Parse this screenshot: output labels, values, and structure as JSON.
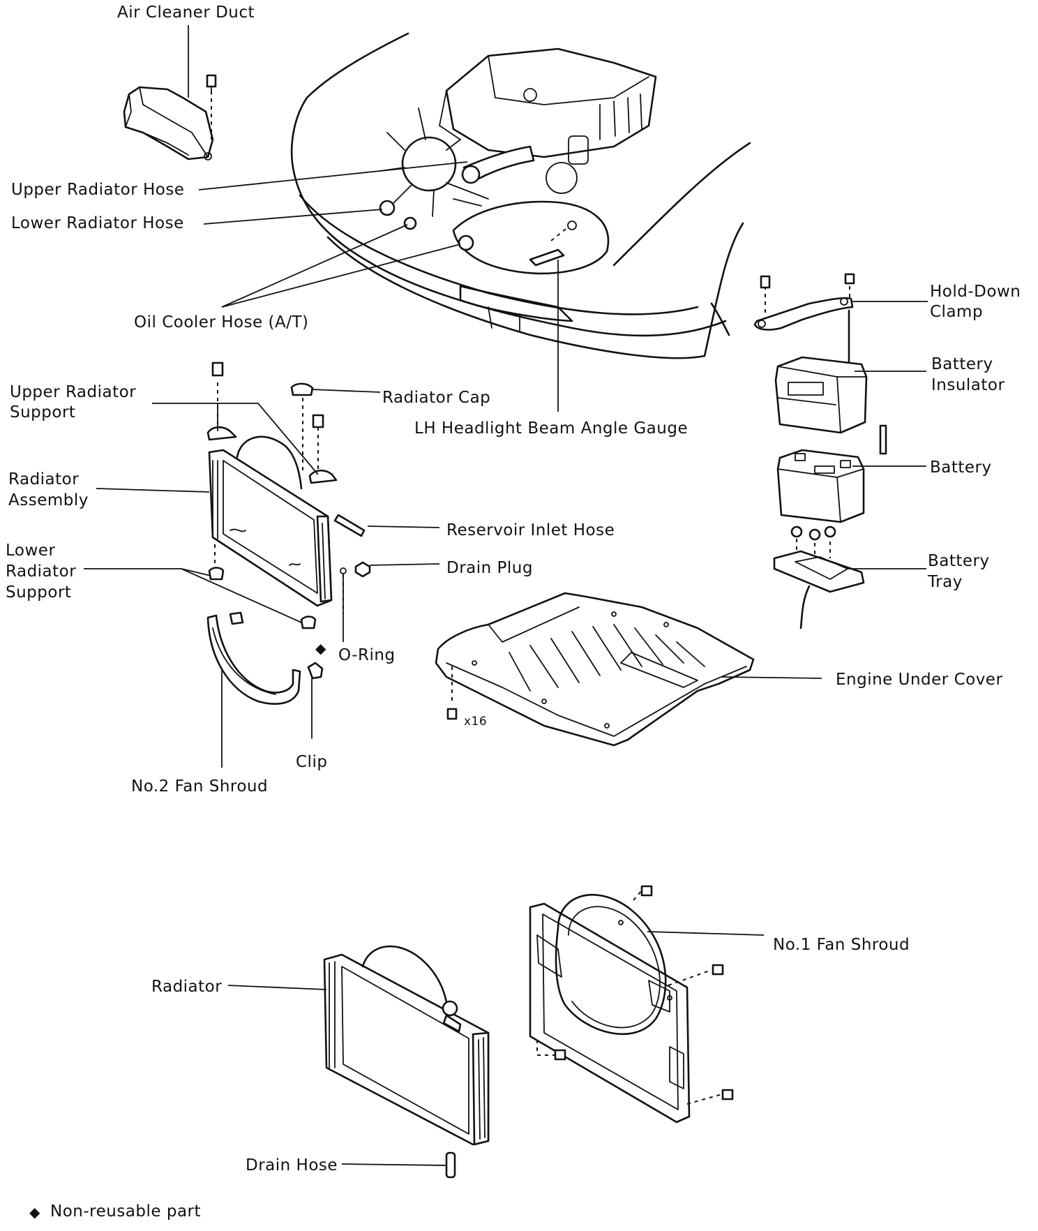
{
  "labels": {
    "air_cleaner_duct": "Air Cleaner Duct",
    "upper_radiator_hose": "Upper Radiator Hose",
    "lower_radiator_hose": "Lower Radiator Hose",
    "oil_cooler_hose": "Oil Cooler Hose (A/T)",
    "hold_down_clamp_1": "Hold-Down",
    "hold_down_clamp_2": "Clamp",
    "battery_insulator_1": "Battery",
    "battery_insulator_2": "Insulator",
    "upper_radiator_support_1": "Upper Radiator",
    "upper_radiator_support_2": "Support",
    "radiator_cap": "Radiator Cap",
    "lh_headlight_gauge": "LH Headlight Beam Angle Gauge",
    "battery": "Battery",
    "radiator_assembly_1": "Radiator",
    "radiator_assembly_2": "Assembly",
    "reservoir_inlet_hose": "Reservoir Inlet Hose",
    "lower_radiator_support_1": "Lower",
    "lower_radiator_support_2": "Radiator",
    "lower_radiator_support_3": "Support",
    "drain_plug": "Drain Plug",
    "battery_tray_1": "Battery",
    "battery_tray_2": "Tray",
    "o_ring": "O-Ring",
    "engine_under_cover": "Engine Under Cover",
    "bolt_count": "x16",
    "clip": "Clip",
    "no2_fan_shroud": "No.2 Fan Shroud",
    "no1_fan_shroud": "No.1 Fan Shroud",
    "radiator": "Radiator",
    "drain_hose": "Drain Hose",
    "legend_non_reusable": "Non-reusable part"
  },
  "symbols": {
    "non_reusable": "◆"
  }
}
